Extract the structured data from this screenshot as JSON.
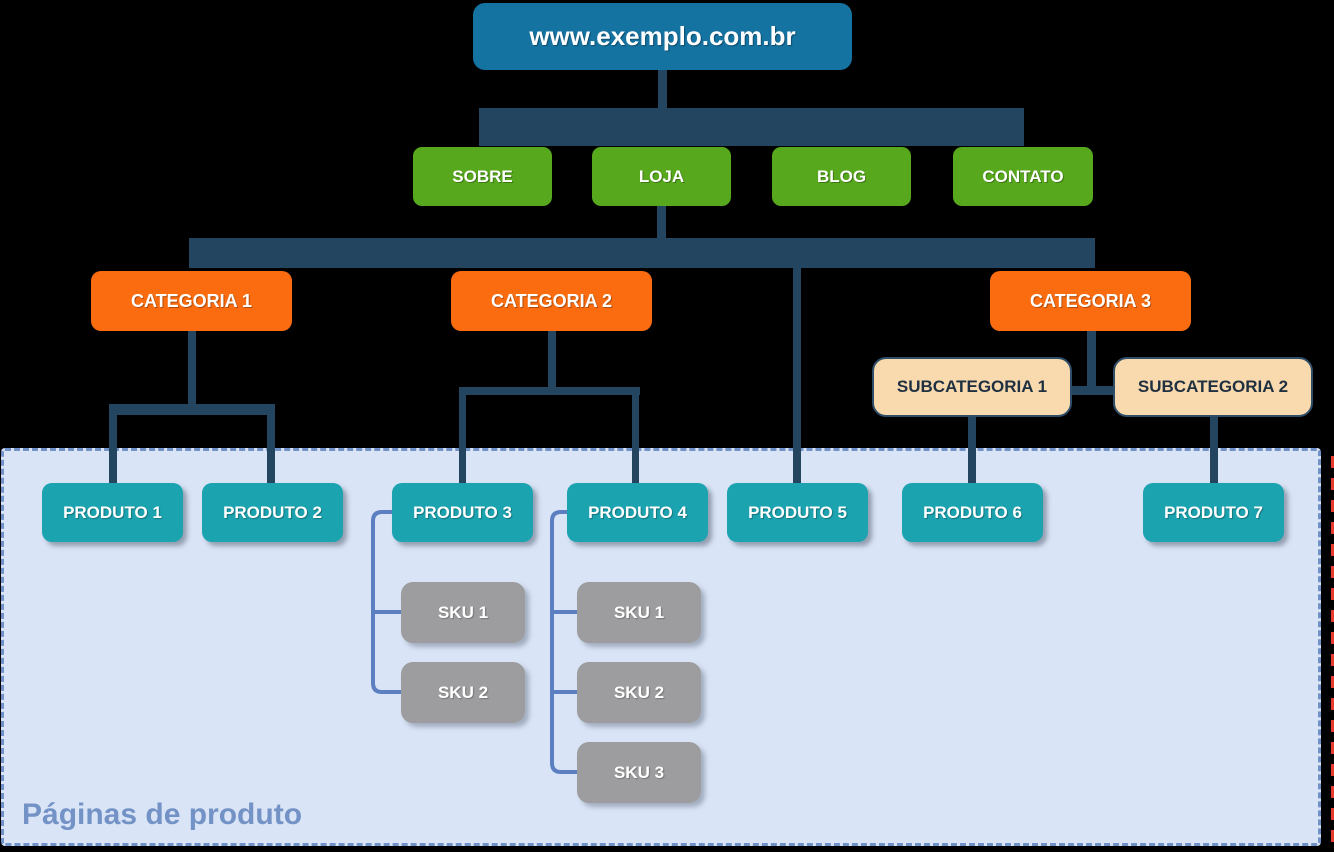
{
  "diagram": {
    "root": {
      "label": "www.exemplo.com.br"
    },
    "nav": {
      "items": [
        {
          "label": "SOBRE"
        },
        {
          "label": "LOJA"
        },
        {
          "label": "BLOG"
        },
        {
          "label": "CONTATO"
        }
      ]
    },
    "categories": {
      "items": [
        {
          "label": "CATEGORIA 1"
        },
        {
          "label": "CATEGORIA 2"
        },
        {
          "label": "CATEGORIA 3"
        }
      ]
    },
    "subcategories": {
      "items": [
        {
          "label": "SUBCATEGORIA 1"
        },
        {
          "label": "SUBCATEGORIA 2"
        }
      ]
    },
    "products": {
      "items": [
        {
          "label": "PRODUTO 1"
        },
        {
          "label": "PRODUTO 2"
        },
        {
          "label": "PRODUTO 3"
        },
        {
          "label": "PRODUTO 4"
        },
        {
          "label": "PRODUTO 5"
        },
        {
          "label": "PRODUTO 6"
        },
        {
          "label": "PRODUTO 7"
        }
      ]
    },
    "skus": {
      "produto3": [
        {
          "label": "SKU 1"
        },
        {
          "label": "SKU 2"
        }
      ],
      "produto4": [
        {
          "label": "SKU 1"
        },
        {
          "label": "SKU 2"
        },
        {
          "label": "SKU 3"
        }
      ]
    },
    "region": {
      "label": "Páginas de produto"
    },
    "colors": {
      "background": "#000000",
      "root_blue": "#1573A2",
      "nav_green": "#57A81D",
      "category_orange": "#FA6C0F",
      "subcategory_peach": "#F9D9AE",
      "product_teal": "#1BA4B0",
      "sku_gray": "#9D9D9F",
      "connector_navy": "#24455F",
      "sku_connector_blue": "#5C7FC1",
      "region_fill": "#D9E4F6",
      "region_dash": "#7092C8",
      "region_label_text": "#7392C5",
      "edge_red": "#E8392E"
    }
  }
}
